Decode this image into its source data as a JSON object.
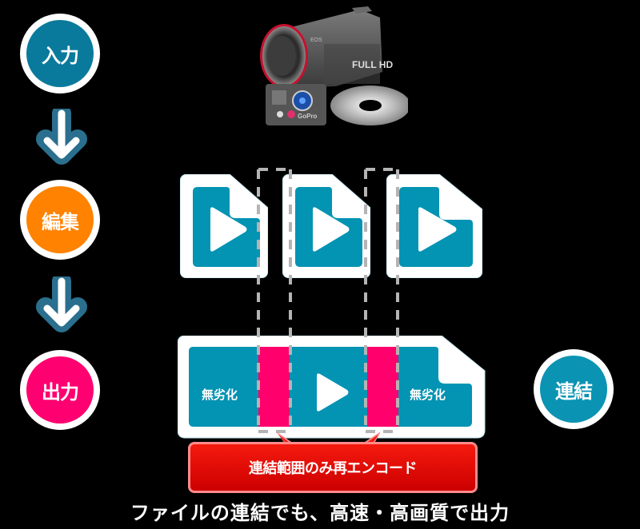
{
  "steps": [
    {
      "label": "入力",
      "color": "#0a7a9c"
    },
    {
      "label": "編集",
      "color": "#ff8200"
    },
    {
      "label": "出力",
      "color": "#ff0070"
    }
  ],
  "join_badge": {
    "label": "連結",
    "color": "#0a93b3"
  },
  "source_devices": [
    "video-camera",
    "gopro",
    "disc"
  ],
  "camera_text": {
    "brand": "EOS",
    "hd": "FULL HD",
    "gopro": "GoPro"
  },
  "input_files": [
    {
      "type": "video-file"
    },
    {
      "type": "video-file"
    },
    {
      "type": "video-file"
    }
  ],
  "output_file": {
    "segments": [
      {
        "label": "無劣化"
      },
      {
        "label": ""
      },
      {
        "label": "無劣化"
      }
    ],
    "reencode_color": "#ff006c"
  },
  "callout": {
    "label": "連結範囲のみ再エンコード"
  },
  "footer": {
    "text": "ファイルの連結でも、高速・高画質で出力"
  },
  "colors": {
    "teal": "#0393b3",
    "pink": "#ff006c",
    "red": "#e40b05",
    "dash": "#b4b4b4"
  }
}
